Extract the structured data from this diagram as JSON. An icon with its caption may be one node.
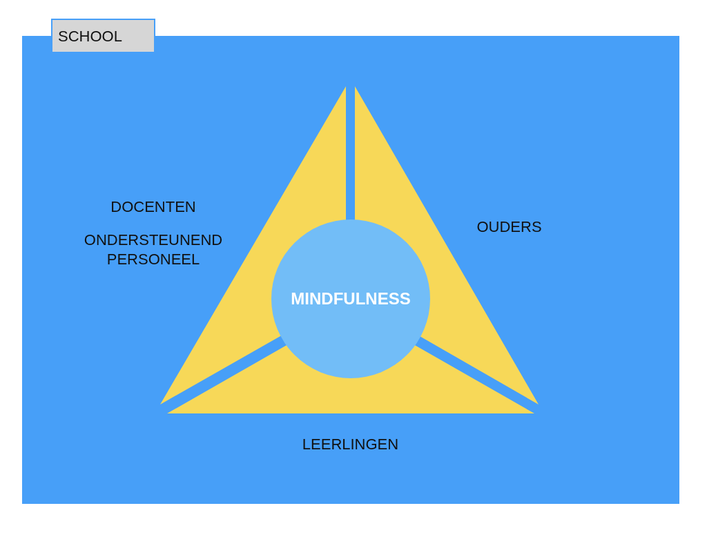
{
  "diagram": {
    "nodes": [
      {
        "text": [
          "SCHOOL"
        ]
      },
      {
        "text": [
          "DOCENTEN",
          "ONDERSTEUNEND PERSONEEL"
        ],
        "in": 0
      },
      {
        "text": [
          "OUDERS"
        ],
        "in": 0
      },
      {
        "text": [
          "LEERLINGEN"
        ],
        "in": 0
      },
      {
        "text": [
          "MINDFULNESS"
        ],
        "in": 0
      }
    ],
    "edges": []
  }
}
